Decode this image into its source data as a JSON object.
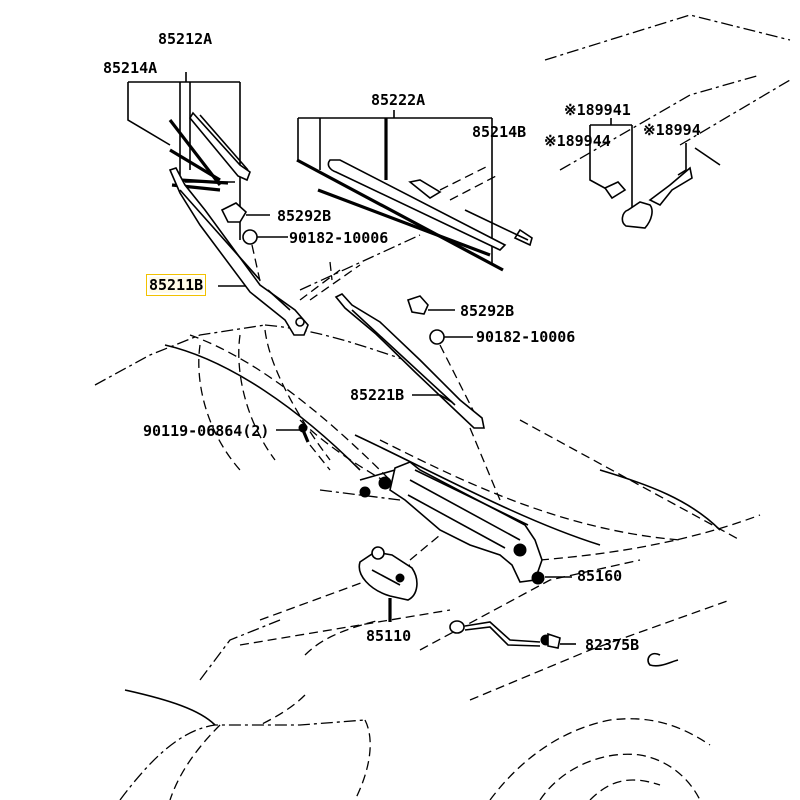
{
  "diagram": {
    "type": "parts-exploded-view",
    "accent_highlight": "#f2c200",
    "labels": {
      "blade_assy_front": "85212A",
      "blade_rubber_front": "85214A",
      "blade_assy_rear": "85222A",
      "blade_rubber_rear": "85214B",
      "note_189941": "※189941",
      "note_189944": "※189944",
      "note_18994x": "※18994",
      "cap_upper": "85292B",
      "nut_upper": "90182-10006",
      "arm_front": "85211B",
      "cap_lower": "85292B",
      "nut_lower": "90182-10006",
      "arm_rear": "85221B",
      "bolt": "90119-06864(2)",
      "link_assy": "85160",
      "motor": "85110",
      "wire": "82375B"
    }
  }
}
